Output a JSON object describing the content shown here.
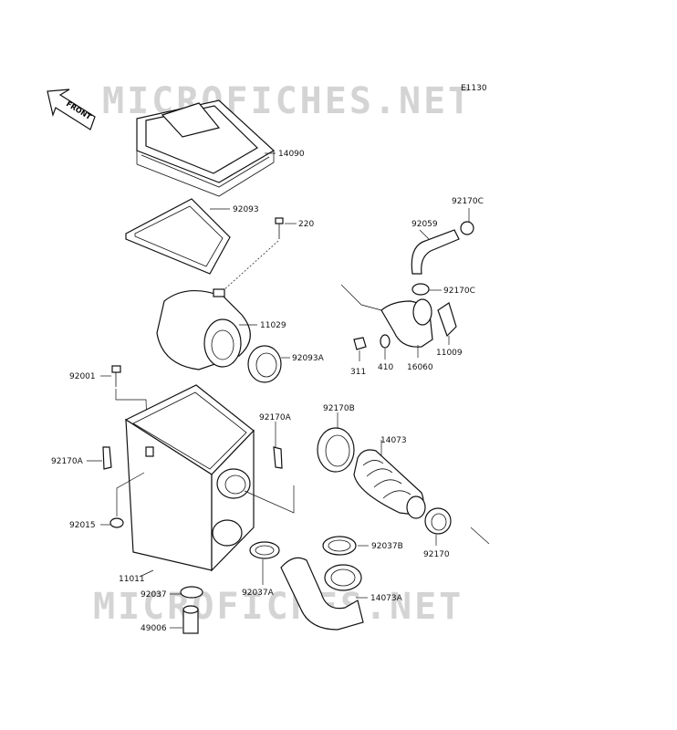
{
  "watermark": "MICROFICHES.NET",
  "diagram_code": "E1130",
  "front_label": "FRONT",
  "parts": {
    "p14090": "14090",
    "p92093": "92093",
    "p220": "220",
    "p11029": "11029",
    "p92093A": "92093A",
    "p92001": "92001",
    "p92170A_a": "92170A",
    "p92170A_b": "92170A",
    "p92015": "92015",
    "p11011": "11011",
    "p92037": "92037",
    "p49006": "49006",
    "p92037A": "92037A",
    "p14073A": "14073A",
    "p92037B": "92037B",
    "p92170": "92170",
    "p14073": "14073",
    "p92170B": "92170B",
    "p92170C_a": "92170C",
    "p92059": "92059",
    "p92170C_b": "92170C",
    "p11009": "11009",
    "p16060": "16060",
    "p410": "410",
    "p311": "311"
  }
}
